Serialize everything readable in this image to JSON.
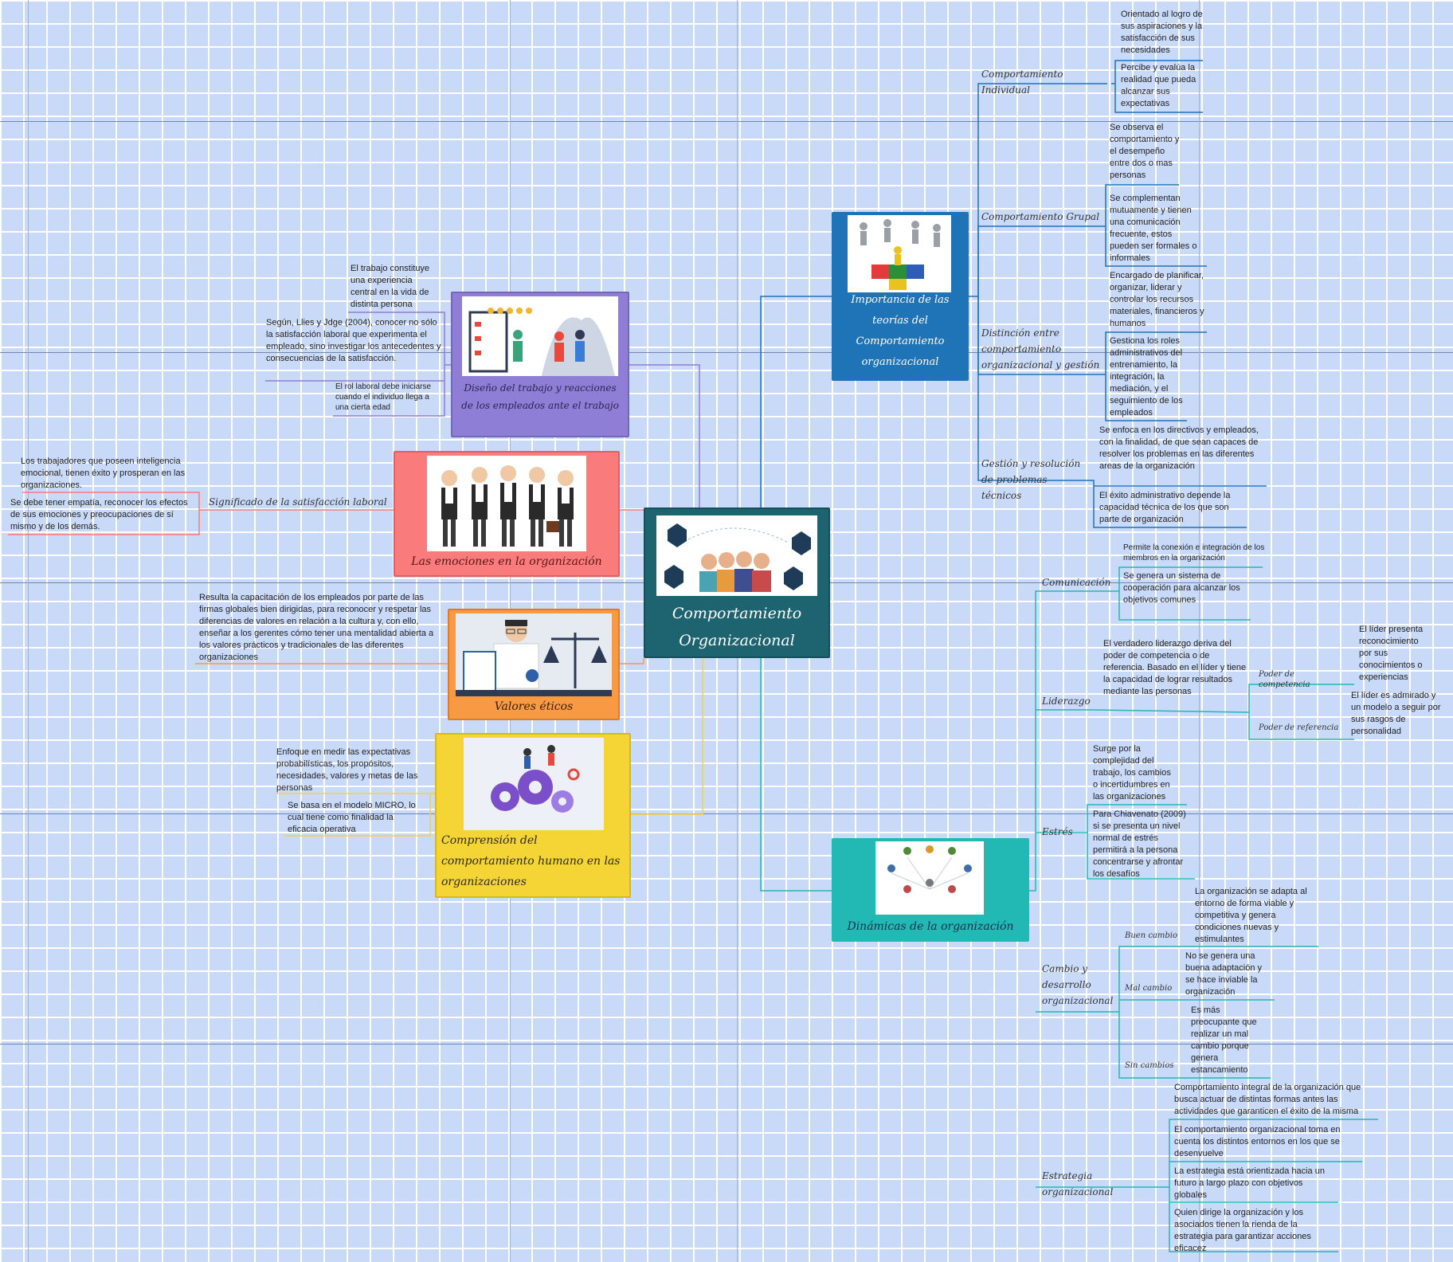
{
  "center": {
    "title": "Comportamiento Organizacional"
  },
  "left": {
    "diseno": {
      "title": "Diseño del trabajo y reacciones de los empleados ante el trabajo",
      "items": [
        "El trabajo constituye una experiencia central en la vida de distinta persona",
        "Según, Llies y Jdge (2004), conocer no sólo la satisfacción laboral que experimenta el empleado, sino investigar los antecedentes y consecuencias de la satisfacción.",
        "El rol laboral debe iniciarse cuando el individuo llega a una cierta edad"
      ]
    },
    "emociones": {
      "title": "Las emociones en la organización",
      "sub": "Significado de la satisfacción laboral",
      "items": [
        "Los trabajadores que poseen inteligencia emocional, tienen éxito y prosperan en las organizaciones.",
        "Se debe tener empatía, reconocer los efectos de sus emociones y preocupaciones de sí mismo y de los demás."
      ]
    },
    "valores": {
      "title": "Valores éticos",
      "items": [
        "Resulta la capacitación de los empleados por parte de las firmas globales bien dirigidas, para reconocer y respetar las diferencias de valores en relación a la cultura y, con ello, enseñar a los gerentes cómo tener una mentalidad abierta a los valores prácticos y tradicionales de las diferentes organizaciones"
      ]
    },
    "comprension": {
      "title": "Comprensión del comportamiento humano en las organizaciones",
      "items": [
        "Enfoque en medir las expectativas probabilísticas, los propósitos, necesidades, valores y metas de las personas",
        "Se basa en el modelo MICRO, lo cual tiene como finalidad la eficacia operativa"
      ]
    }
  },
  "right": {
    "importancia": {
      "title": "Importancia de las teorías del Comportamiento organizacional",
      "branches": [
        {
          "label": "Comportamiento Individual",
          "items": [
            "Orientado al logro de sus aspiraciones y la satisfacción de sus necesidades",
            "Percibe y evalúa la realidad que pueda alcanzar sus expectativas"
          ]
        },
        {
          "label": "Comportamiento Grupal",
          "items": [
            "Se observa el comportamiento y el desempeño entre dos o mas personas",
            "Se complementan mutuamente y tienen una comunicación frecuente, estos pueden ser formales o informales"
          ]
        },
        {
          "label": "Distinción entre comportamiento organizacional y gestión",
          "items": [
            "Encargado de planificar, organizar, liderar y controlar los recursos materiales, financieros y humanos",
            "Gestiona los roles administrativos del entrenamiento, la integración, la mediación, y el seguimiento de los empleados"
          ]
        },
        {
          "label": "Gestión y resolución de problemas técnicos",
          "items": [
            "Se enfoca en los directivos y empleados, con la finalidad, de que sean capaces de resolver los problemas en las diferentes areas de la organización",
            "El éxito administrativo depende la capacidad técnica de los que son parte de organización"
          ]
        }
      ]
    },
    "dinamicas": {
      "title": "Dinámicas de la organización",
      "comunicacion": {
        "label": "Comunicación",
        "items": [
          "Permite la conexión e integración de los miembros en la organización",
          "Se genera un sistema de cooperación para alcanzar los objetivos comunes"
        ]
      },
      "liderazgo": {
        "label": "Liderazgo",
        "text": "El verdadero liderazgo deriva del poder de competencia o de referencia. Basado en el líder y tiene la capacidad de lograr resultados mediante las personas",
        "sub": [
          {
            "label": "Poder de competencia",
            "text": "El líder presenta reconocimiento por sus conocimientos o experiencias"
          },
          {
            "label": "Poder de referencia",
            "text": "El líder es admirado y un modelo a seguir por sus rasgos de personalidad"
          }
        ]
      },
      "estres": {
        "label": "Estrés",
        "items": [
          "Surge por la complejidad del trabajo, los cambios o incertidumbres en las organizaciones",
          "Para Chiavenato (2009) si se presenta un nivel normal de estrés permitirá a la persona concentrarse y afrontar los desafíos"
        ]
      },
      "cambio": {
        "label": "Cambio y desarrollo organizacional",
        "sub": [
          {
            "label": "Buen cambio",
            "text": "La organización se adapta al entorno de forma viable y competitiva y genera condiciones nuevas y estimulantes"
          },
          {
            "label": "Mal cambio",
            "text": "No se genera una buena adaptación y se hace inviable la organización"
          },
          {
            "label": "Sin cambios",
            "text": "Es más preocupante que realizar un mal cambio porque genera estancamiento"
          }
        ]
      },
      "estrategia": {
        "label": "Estrategia organizacional",
        "items": [
          "Comportamiento integral de la organización que busca actuar de distintas formas antes las actividades que garanticen el éxito de la misma",
          "El comportamiento organizacional toma en cuenta los distintos entornos en los que se desenvuelve",
          "La estrategia está orientizada hacia un futuro a largo plazo con objetivos globales",
          "Quien dirige la organización y los asociados tienen la rienda de la estrategia para garantizar acciones eficacez"
        ]
      }
    }
  },
  "colors": {
    "center": "#1e6470",
    "importancia": "#1f73b7",
    "dinamicas": "#22b8b4",
    "diseno": "#8f7ed6",
    "emociones": "#f97b7b",
    "valores": "#f79a43",
    "comprension": "#f4d535"
  }
}
